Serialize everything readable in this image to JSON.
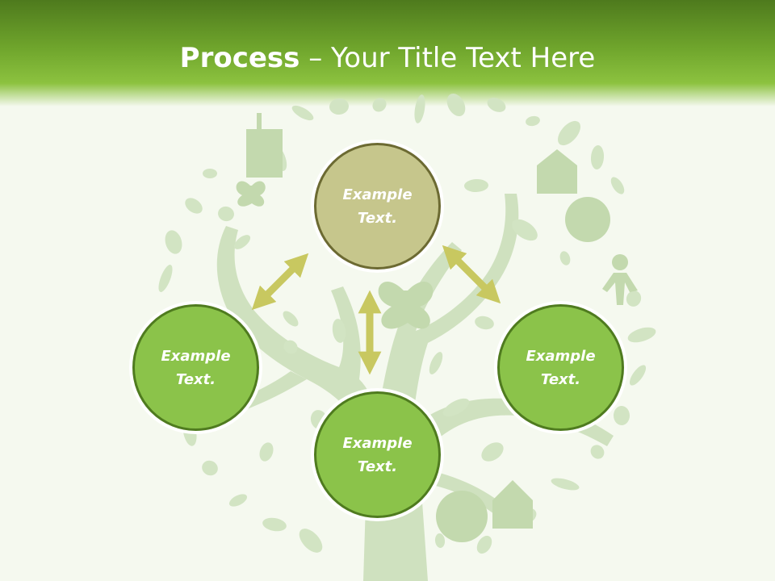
{
  "slide": {
    "title_bold": "Process",
    "title_separator": " – ",
    "title_rest": "Your Title Text Here"
  },
  "nodes": {
    "top": "Example\nText.",
    "left": "Example\nText.",
    "right": "Example\nText.",
    "bottom": "Example\nText."
  },
  "colors": {
    "header": "#6fa52c",
    "node_fill": "#8bc34a",
    "node_top_fill": "#c6c68c",
    "arrow": "#c8c860",
    "tree": "#cfe1bf"
  }
}
